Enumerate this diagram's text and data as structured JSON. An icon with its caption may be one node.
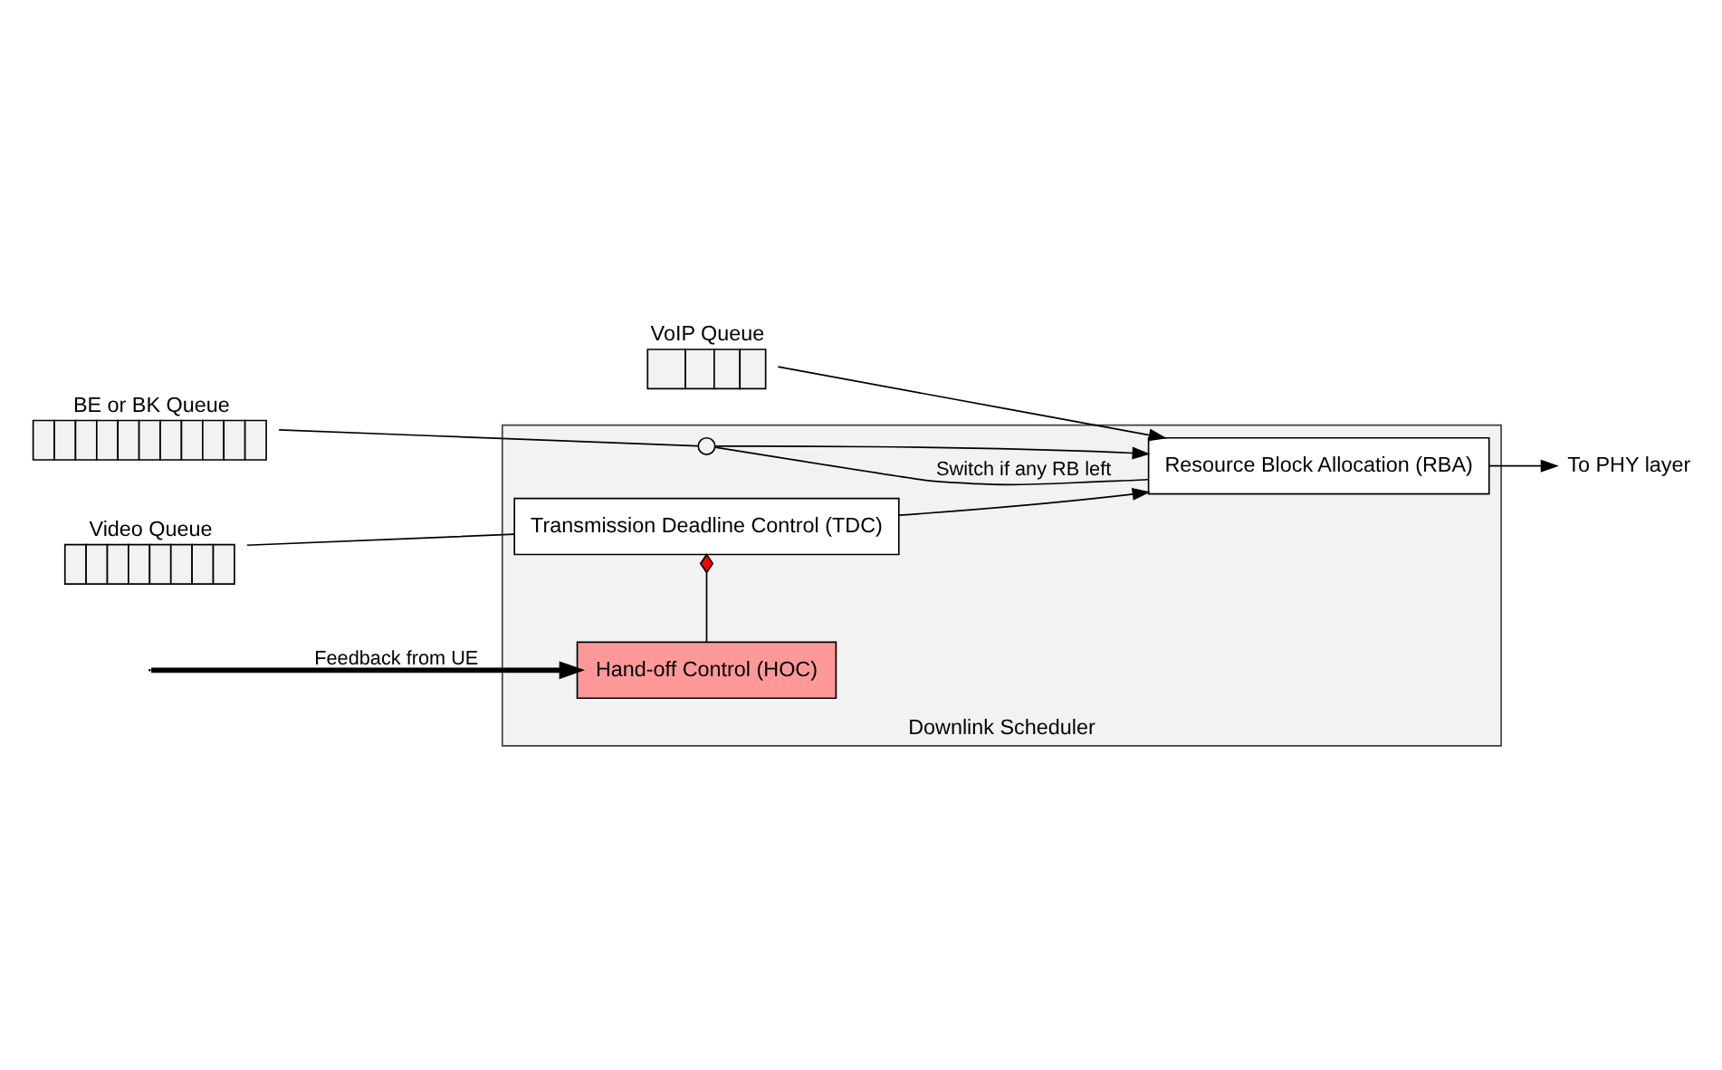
{
  "diagram": {
    "nodes": [
      {
        "text": [
          "Downlink Scheduler"
        ]
      },
      {
        "text": [
          "Video Queue"
        ]
      },
      {
        "text": [
          "VoIP Queue"
        ]
      },
      {
        "text": [
          "BE or BK Queue"
        ]
      },
      {
        "text": [
          "Transmission Deadline Control (TDC)"
        ],
        "in": 0
      },
      {
        "text": [
          "Hand-off Control (HOC)"
        ],
        "in": 0
      },
      {
        "text": [
          "Resource Block Allocation (RBA)"
        ],
        "in": 0
      },
      {
        "text": [],
        "shape": "switch",
        "in": 0
      },
      {
        "text": [
          "To PHY layer"
        ]
      }
    ],
    "edges": [
      {
        "from": 1,
        "to": 4,
        "arrow": "none"
      },
      {
        "from": 4,
        "to": 6,
        "arrow": "to"
      },
      {
        "from": 4,
        "to": 5,
        "arrow": "other"
      },
      {
        "from": 2,
        "to": 6,
        "arrow": "to"
      },
      {
        "from": 3,
        "to": 7,
        "arrow": "none"
      },
      {
        "from": 7,
        "to": 6,
        "arrow": "to"
      },
      {
        "from": 6,
        "to": 7,
        "arrow": "none",
        "label": "Switch if any RB left"
      },
      {
        "from": 6,
        "to": 8,
        "arrow": "to"
      },
      {
        "from": null,
        "to": 5,
        "arrow": "to",
        "label": "Feedback from UE",
        "style": "thick"
      }
    ]
  }
}
